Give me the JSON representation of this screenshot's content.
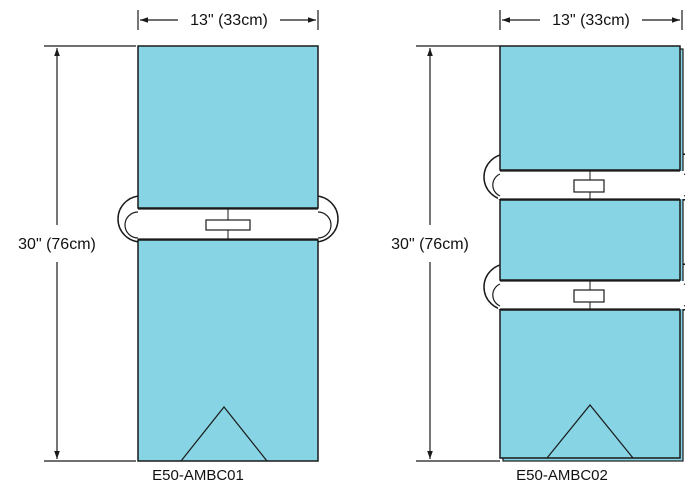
{
  "colors": {
    "panel_fill": "#86D4E4",
    "outline": "#1a1a1a",
    "background": "#ffffff"
  },
  "figures": [
    {
      "width_label": "13\" (33cm)",
      "height_label": "30\" (76cm)",
      "model": "E50-AMBC01"
    },
    {
      "width_label": "13\" (33cm)",
      "height_label": "30\" (76cm)",
      "model": "E50-AMBC02"
    }
  ]
}
